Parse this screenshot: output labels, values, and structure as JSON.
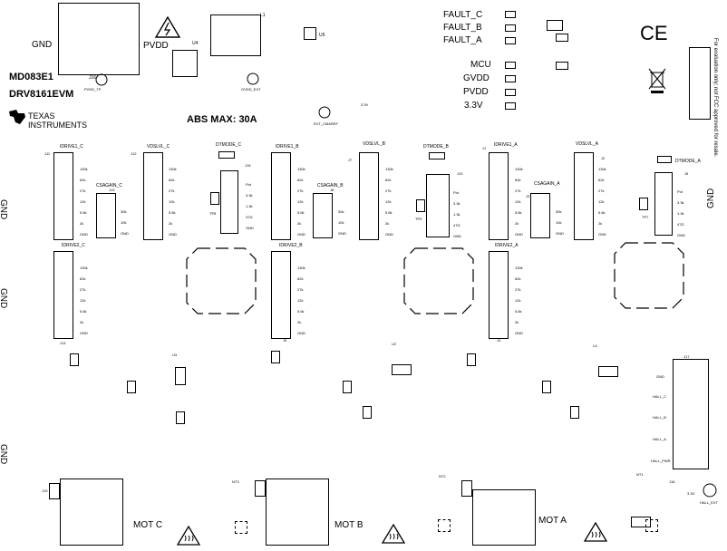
{
  "board": {
    "name_line1": "MD083E1",
    "name_line2": "DRV8161EVM",
    "logo_line1": "TEXAS",
    "logo_line2": "INSTRUMENTS",
    "abs_max": "ABS MAX: 30A",
    "disclaimer": "For evaluation only; not FCC approved for resale.",
    "ce_mark": "CE",
    "weee_icon": "crossed-out-bin-icon",
    "hv_icon": "high-voltage-icon",
    "hot_icon": "hot-surface-icon"
  },
  "power_labels": {
    "gnd_top": "GND",
    "pvdd_top": "PVDD",
    "gnd_left": [
      "GND",
      "GND",
      "GND"
    ],
    "gnd_right": "GND",
    "tp_pvdd": "PVDD_TP",
    "tp_gvdd": "GVDD_EXT",
    "tp_cmref": "EXT_CMAREF",
    "tp_33": "3.3V"
  },
  "status_labels": [
    "FAULT_C",
    "FAULT_B",
    "FAULT_A"
  ],
  "rail_labels": [
    "MCU",
    "GVDD",
    "PVDD",
    "3.3V"
  ],
  "channels": [
    {
      "idrive1": "IDRIVE1_C",
      "vdslvl": "VDSLVL_C",
      "dtmode": "DTMODE_C",
      "csagain": "CSAGAIN_C",
      "idrive2": "IDRIVE2_C",
      "j1": "J11",
      "j2": "J12",
      "j3": "J13",
      "j4": "J6",
      "j5": "J14",
      "u": "U3",
      "motor": "MOT C"
    },
    {
      "idrive1": "IDRIVE1_B",
      "vdslvl": "VDSLVL_B",
      "dtmode": "DTMODE_B",
      "csagain": "CSAGAIN_B",
      "idrive2": "IDRIVE2_B",
      "j1": "J6",
      "j2": "J7",
      "j3": "J8",
      "j4": "J10",
      "j5": "J9",
      "u": "U2",
      "motor": "MOT B"
    },
    {
      "idrive1": "IDRIVE1_A",
      "vdslvl": "VDSLVL_A",
      "dtmode": "DTMODE_A",
      "csagain": "CSAGAIN_A",
      "idrive2": "IDRIVE2_A",
      "j1": "J1",
      "j2": "J2",
      "j3": "J3",
      "j4": "J5",
      "j5": "J4",
      "u": "U1",
      "motor": "MOT A"
    }
  ],
  "resistor_values": [
    "130k",
    "62k",
    "27k",
    "12k",
    "5.6k",
    "2k",
    "GND"
  ],
  "csa_values": [
    "30k",
    "10k",
    "GND"
  ],
  "dt_values": [
    "Pot",
    "3.3k",
    "1.3k",
    "47Ω",
    "GND"
  ],
  "hall_labels": [
    "GND",
    "HALL_C",
    "HALL_B",
    "HALL_A",
    "HALL_PWR"
  ],
  "misc_refs": {
    "u4": "U4",
    "l1": "L1",
    "u5": "U5",
    "j16": "J16",
    "j15": "J15",
    "j17": "J17",
    "j18": "J18",
    "j19": "J19",
    "j20": "J20",
    "j21": "J21",
    "j22": "J22",
    "nt1": "NT1",
    "nt2": "NT2",
    "nt3": "NT3",
    "tp7": "TP7",
    "tp8": "TP8",
    "tp9": "TP9",
    "vdd_exit": "3.3V",
    "hall_ext": "HALL_EXT"
  }
}
